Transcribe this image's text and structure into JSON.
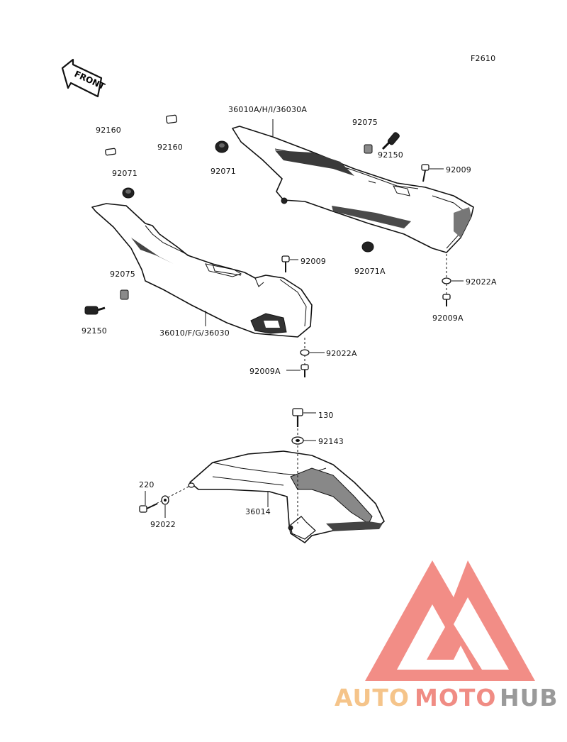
{
  "figure_code": "F2610",
  "front_label": "FRONT",
  "labels": {
    "p92160_left": "92160",
    "p92160_mid": "92160",
    "p92071_left": "92071",
    "p92071_mid": "92071",
    "p92075_left": "92075",
    "p92075_right": "92075",
    "p92150_left": "92150",
    "p92150_right": "92150",
    "p92009_right_top": "92009",
    "p92009_left_top": "92009",
    "p92071a": "92071A",
    "p92022a_right": "92022A",
    "p92009a_right": "92009A",
    "p92022a_left": "92022A",
    "p92009a_left": "92009A",
    "cover_right": "36010A/H/I/36030A",
    "cover_left": "36010/F/G/36030",
    "p130": "130",
    "p92143": "92143",
    "p220": "220",
    "p92022": "92022",
    "p36014": "36014"
  },
  "watermark": {
    "text_auto": "AUTO",
    "text_moto": "MOTO",
    "text_hub": "HUB",
    "color_auto": "#f5c48a",
    "color_moto": "#f08c84",
    "color_hub": "#9a9a9a",
    "logo_color": "#f07a72"
  }
}
